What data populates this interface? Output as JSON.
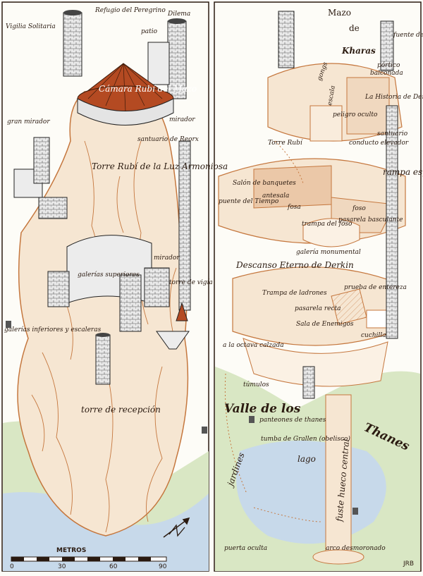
{
  "colors": {
    "rock_line": "#c5773e",
    "rock_fill": "#f6e6d2",
    "rock_fill_light": "#fbf1e4",
    "ink": "#2a1a10",
    "dome": "#b44a22",
    "water": "#c7d9ea",
    "grass": "#d9e7c4",
    "paper": "#fdfcf7",
    "stone": "#777777"
  },
  "left_panel": {
    "labels": {
      "vigilia": "Vigilia Solitaria",
      "refugio": "Refugio del Peregrino",
      "dilema": "Dilema",
      "patio": "patio",
      "camara": "Cámara Rubí del Mazo",
      "gran_mirador": "gran mirador",
      "mirador_top": "mirador",
      "santuario_reorx": "santuario de Reorx",
      "torre_rubi_luz": "Torre Rubí de la Luz Armoniosa",
      "mirador_mid": "mirador",
      "galerias_sup": "galerías superiores",
      "torre_vigia": "torre de vigía",
      "galerias_inf": "galerías inferiores y escaleras",
      "torre_recepcion": "torre de recepción"
    },
    "scale": {
      "title": "METROS",
      "ticks": [
        "0",
        "30",
        "60",
        "90"
      ]
    }
  },
  "right_panel": {
    "labels": {
      "mazo": "Mazo",
      "de": "de",
      "kharas": "Kharas",
      "fuente": "fuente del manantial",
      "portico": "pórtico",
      "balconada": "balconada",
      "gongs": "gongs",
      "escala": "escala",
      "historia": "La Historia de Derkin",
      "peligro": "peligro oculto",
      "torre_rubi": "Torre Rubí",
      "santuario": "santuario",
      "conducto": "conducto elevador",
      "rampa": "rampa espiral",
      "salon": "Salón de banquetes",
      "antesala": "antesala",
      "puente": "puente del Tiempo",
      "fosa": "fosa",
      "pasarela_basculante": "pasarela basculante",
      "foso": "foso",
      "trampa_foso": "trampa del foso",
      "galeria_monumental": "galería monumental",
      "descanso": "Descanso Eterno de Derkin",
      "trampa_ladrones": "Trampa de ladrones",
      "prueba": "prueba de entereza",
      "pasarela_recta": "pasarela recta",
      "sala_enemigos": "Sala de Enemigos",
      "cuchilla": "cuchilla",
      "octava": "a la octava calzada",
      "tumulos": "túmulos",
      "valle": "Valle de los",
      "thanes": "Thanes",
      "panteones": "panteones de thanes",
      "tumba": "tumba de Grallen (obelisco)",
      "jardines": "jardines",
      "lago": "lago",
      "fuste": "fuste hueco central",
      "puerta_oculta": "puerta oculta",
      "arco": "arco desmoronado",
      "credit": "JRB"
    }
  }
}
